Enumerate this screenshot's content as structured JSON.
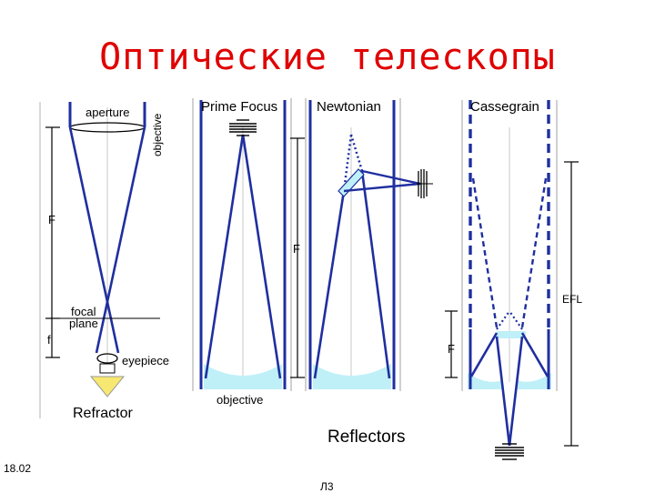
{
  "title": "Оптические телескопы",
  "refractor": {
    "aperture": "aperture",
    "objective": "objective",
    "F": "F",
    "focal_plane_1": "focal",
    "focal_plane_2": "plane",
    "f": "f",
    "eyepiece": "eyepiece",
    "caption": "Refractor"
  },
  "reflectors": {
    "prime_focus": "Prime Focus",
    "newtonian": "Newtonian",
    "cassegrain": "Cassegrain",
    "F_newtonian": "F",
    "F_cassegrain": "F",
    "efl": "EFL",
    "objective": "objective",
    "caption": "Reflectors"
  },
  "footer": {
    "date": "18.02",
    "page": "Л3"
  },
  "colors": {
    "title": "#e00000",
    "ray": "#1f2f9f",
    "mirror": "#bff0f8"
  }
}
